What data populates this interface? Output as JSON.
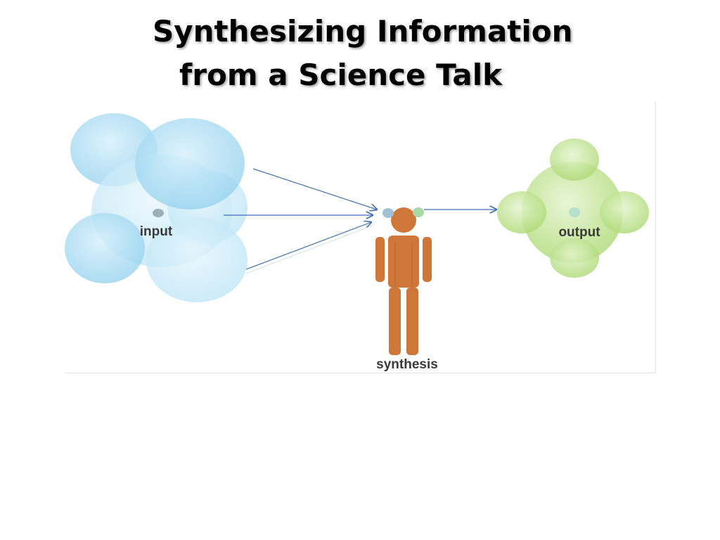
{
  "slide": {
    "title_line_1": "Synthesizing Information",
    "title_line_2": "from a Science Talk"
  },
  "diagram": {
    "input_label": "input",
    "synthesis_label": "synthesis",
    "output_label": "output",
    "colors": {
      "input_bubbles": "#8ecfee",
      "output_bubbles": "#a9d86e",
      "person": "#cf7739",
      "arrows": "#3f6fb5"
    },
    "icons": [
      "person-icon"
    ]
  }
}
